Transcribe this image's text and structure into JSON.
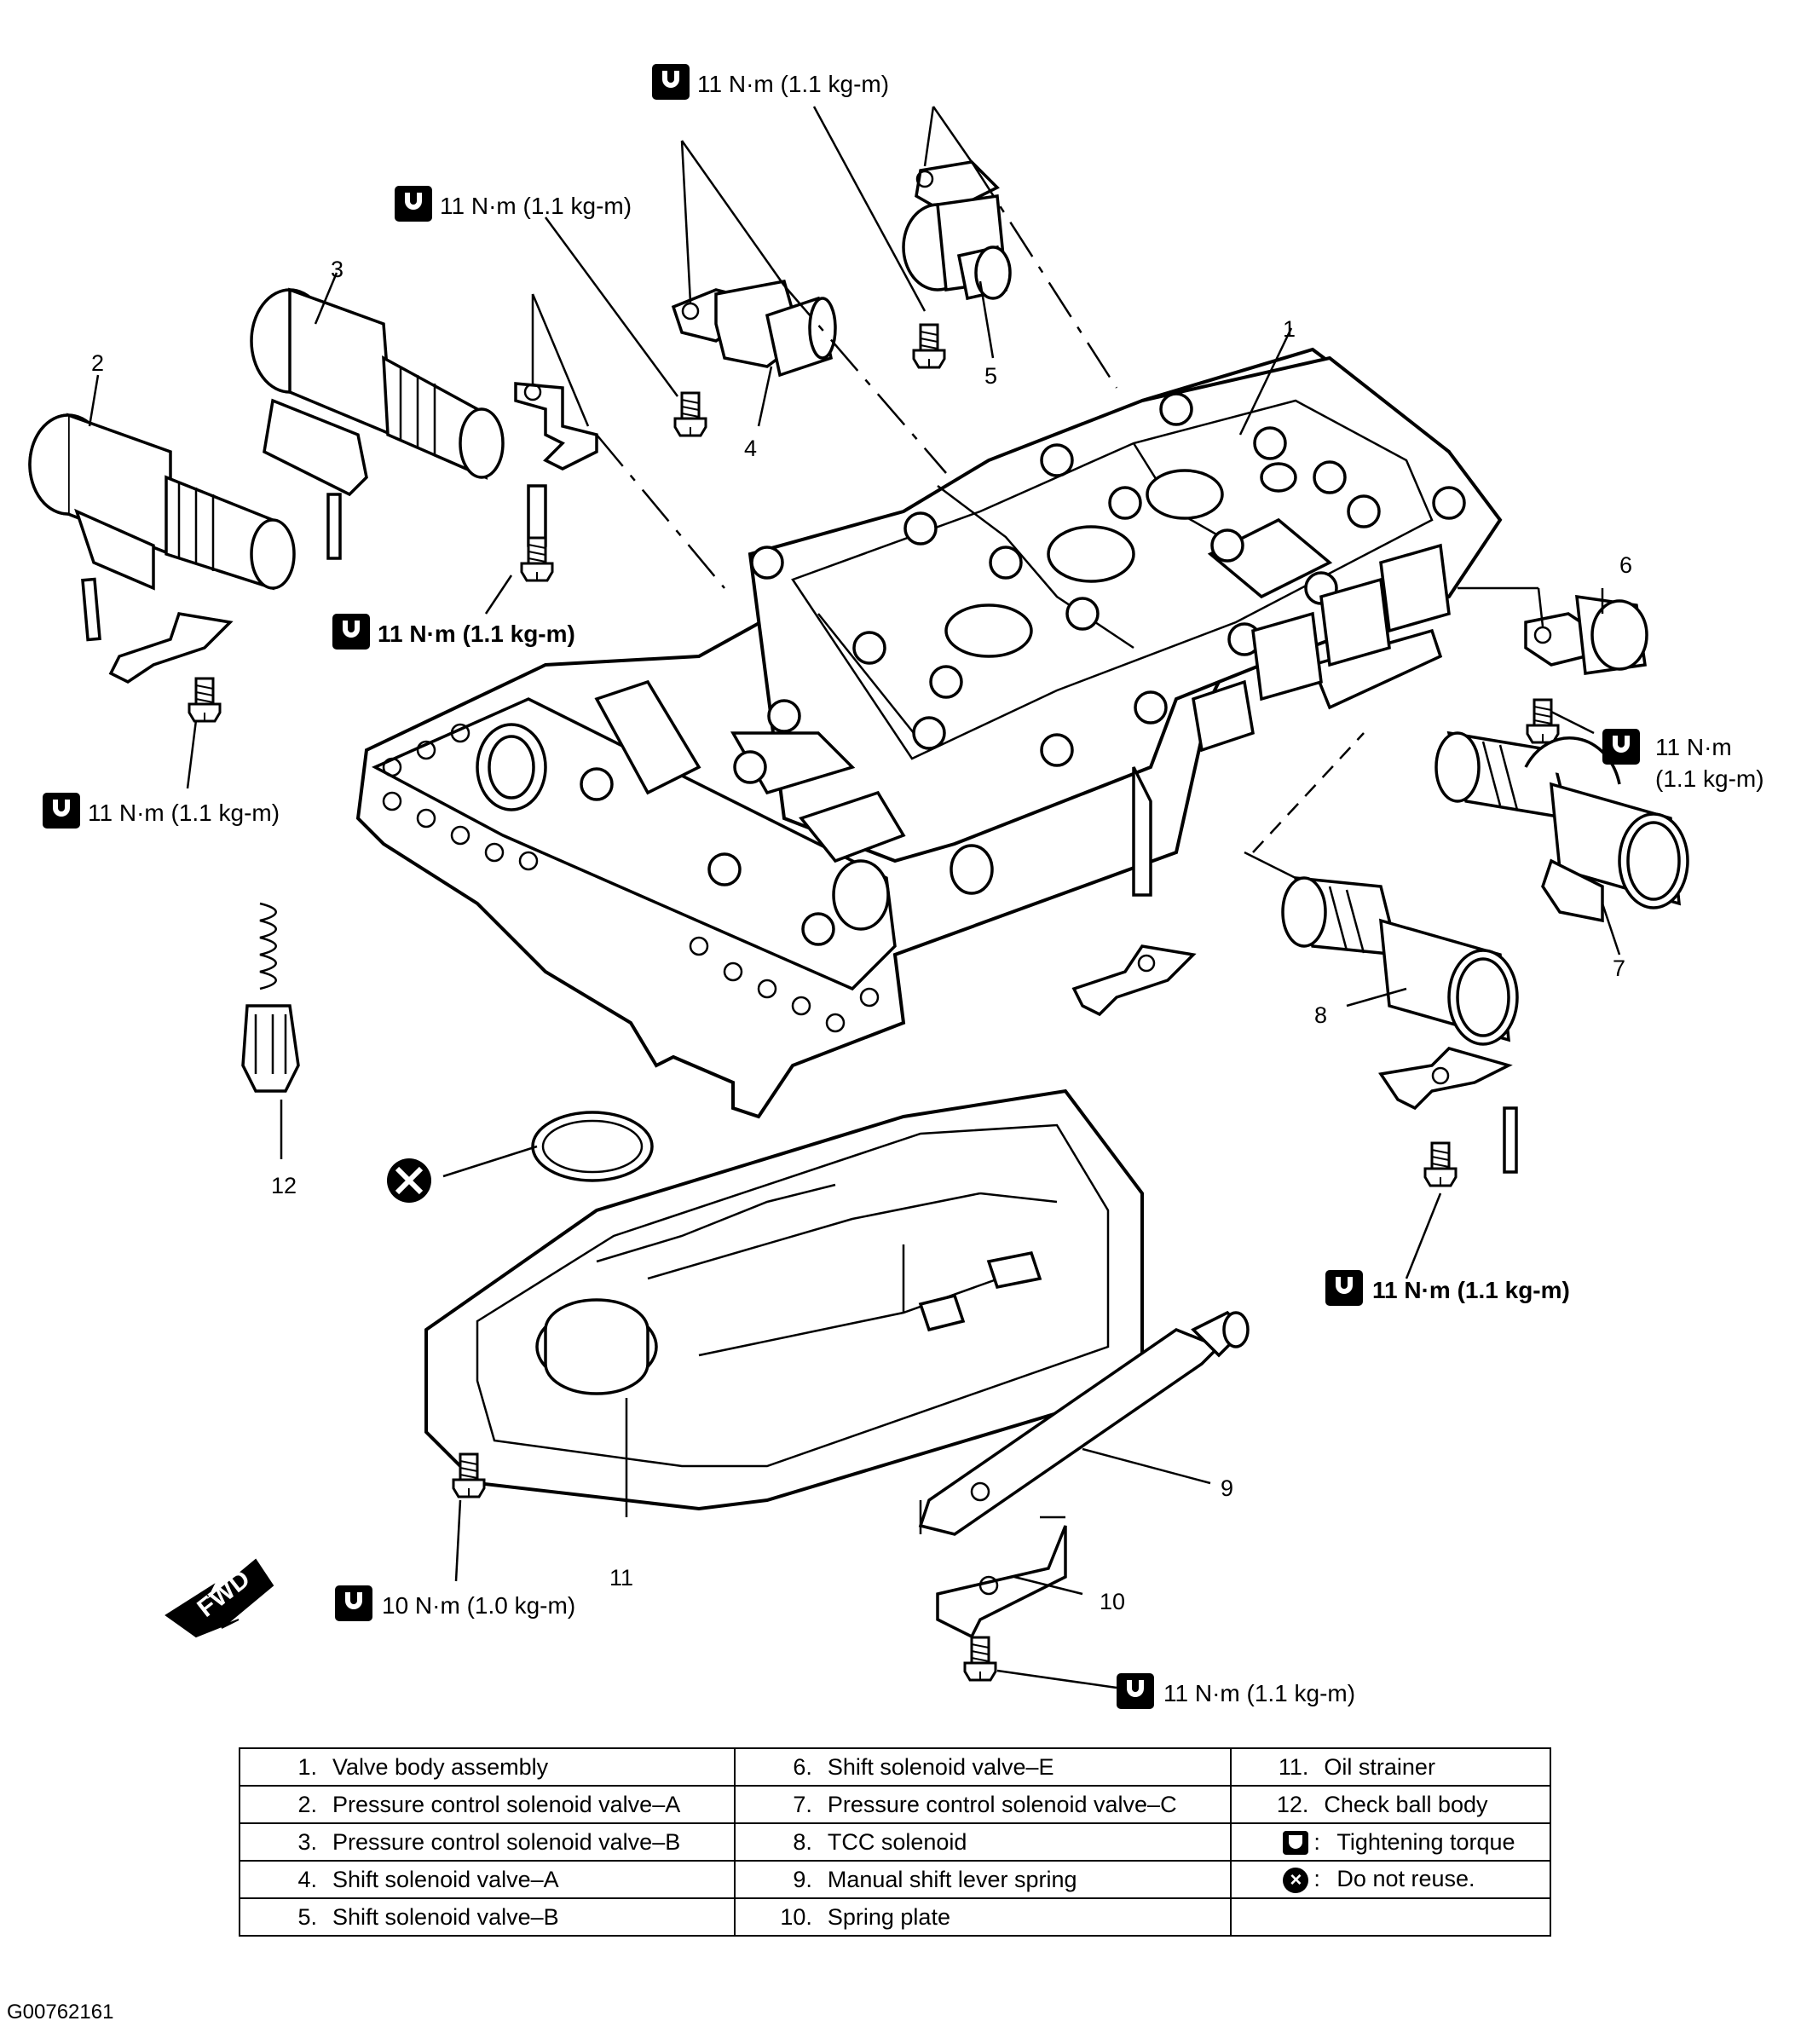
{
  "callouts": {
    "c1": "1",
    "c2": "2",
    "c3": "3",
    "c4": "4",
    "c5": "5",
    "c6": "6",
    "c7": "7",
    "c8": "8",
    "c9": "9",
    "c10": "10",
    "c11": "11",
    "c12": "12"
  },
  "torque": {
    "t_top": "11 N·m (1.1 kg-m)",
    "t_upper": "11 N·m (1.1 kg-m)",
    "t_mid_bold": "11 N·m (1.1 kg-m)",
    "t_left": "11 N·m (1.1 kg-m)",
    "t_right_a": "11 N·m",
    "t_right_b": "(1.1 kg-m)",
    "t_right_bold": "11 N·m (1.1 kg-m)",
    "t_strainer": "10 N·m (1.0 kg-m)",
    "t_bottom": "11 N·m (1.1 kg-m)"
  },
  "fwd_label": "FWD",
  "legend": {
    "col1": [
      {
        "num": "1.",
        "text": "Valve body assembly"
      },
      {
        "num": "2.",
        "text": "Pressure control solenoid valve–A"
      },
      {
        "num": "3.",
        "text": "Pressure control solenoid valve–B"
      },
      {
        "num": "4.",
        "text": "Shift solenoid valve–A"
      },
      {
        "num": "5.",
        "text": "Shift solenoid valve–B"
      }
    ],
    "col2": [
      {
        "num": "6.",
        "text": "Shift solenoid valve–E"
      },
      {
        "num": "7.",
        "text": "Pressure control solenoid valve–C"
      },
      {
        "num": "8.",
        "text": "TCC solenoid"
      },
      {
        "num": "9.",
        "text": "Manual shift lever spring"
      },
      {
        "num": "10.",
        "text": "Spring plate"
      }
    ],
    "col3": [
      {
        "num": "11.",
        "text": "Oil strainer"
      },
      {
        "num": "12.",
        "text": "Check ball body"
      },
      {
        "num": ":",
        "text": "Tightening torque",
        "icon": "torque-wrench-icon"
      },
      {
        "num": ":",
        "text": "Do not reuse.",
        "icon": "do-not-reuse-icon"
      },
      {
        "num": "",
        "text": ""
      }
    ]
  },
  "image_id": "G00762161"
}
